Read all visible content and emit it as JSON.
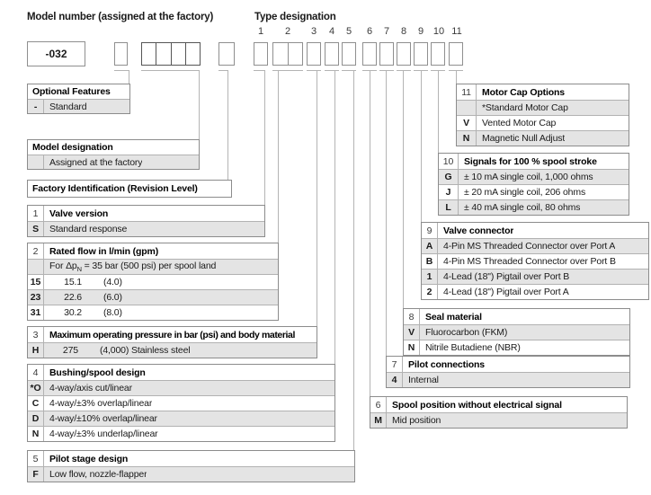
{
  "labels": {
    "model_number": "Model number (assigned at the factory)",
    "type_designation": "Type designation"
  },
  "model_prefix": "-032",
  "type_positions": [
    "1",
    "2",
    "3",
    "4",
    "5",
    "6",
    "7",
    "8",
    "9",
    "10",
    "11"
  ],
  "tables": {
    "optional_features": {
      "title": "Optional Features",
      "rows": [
        {
          "code": "-",
          "desc": "Standard"
        }
      ]
    },
    "model_designation": {
      "title": "Model designation",
      "rows": [
        {
          "code": "",
          "desc": "Assigned at the factory"
        }
      ]
    },
    "factory_id": {
      "title": "Factory Identification (Revision Level)"
    },
    "t1": {
      "num": "1",
      "title": "Valve version",
      "rows": [
        {
          "code": "S",
          "desc": "Standard response"
        }
      ]
    },
    "t2": {
      "num": "2",
      "title": "Rated flow in l/min (gpm)",
      "subheader": {
        "pre": "For Δp",
        "sub": "N",
        "post": " = 35 bar (500 psi) per spool land"
      },
      "rows": [
        {
          "code": "15",
          "flow": "15.1",
          "gpm": "(4.0)"
        },
        {
          "code": "23",
          "flow": "22.6",
          "gpm": "(6.0)"
        },
        {
          "code": "31",
          "flow": "30.2",
          "gpm": "(8.0)"
        }
      ]
    },
    "t3": {
      "num": "3",
      "title": "Maximum operating pressure in bar (psi) and body material",
      "rows": [
        {
          "code": "H",
          "val": "275",
          "desc": "(4,000) Stainless steel"
        }
      ]
    },
    "t4": {
      "num": "4",
      "title": "Bushing/spool design",
      "rows": [
        {
          "code": "*O",
          "desc": "4-way/axis cut/linear"
        },
        {
          "code": "C",
          "desc": "4-way/±3% overlap/linear"
        },
        {
          "code": "D",
          "desc": "4-way/±10% overlap/linear"
        },
        {
          "code": "N",
          "desc": "4-way/±3% underlap/linear"
        }
      ]
    },
    "t5": {
      "num": "5",
      "title": "Pilot stage design",
      "rows": [
        {
          "code": "F",
          "desc": "Low flow, nozzle-flapper"
        }
      ]
    },
    "t6": {
      "num": "6",
      "title": "Spool position without electrical signal",
      "rows": [
        {
          "code": "M",
          "desc": "Mid position"
        }
      ]
    },
    "t7": {
      "num": "7",
      "title": "Pilot connections",
      "rows": [
        {
          "code": "4",
          "desc": "Internal"
        }
      ]
    },
    "t8": {
      "num": "8",
      "title": "Seal material",
      "rows": [
        {
          "code": "V",
          "desc": "Fluorocarbon (FKM)"
        },
        {
          "code": "N",
          "desc": "Nitrile Butadiene (NBR)"
        }
      ]
    },
    "t9": {
      "num": "9",
      "title": "Valve connector",
      "rows": [
        {
          "code": "A",
          "desc": "4-Pin MS Threaded Connector over Port A"
        },
        {
          "code": "B",
          "desc": "4-Pin MS Threaded Connector over Port B"
        },
        {
          "code": "1",
          "desc": "4-Lead (18\") Pigtail over Port B"
        },
        {
          "code": "2",
          "desc": "4-Lead (18\") Pigtail over Port A"
        }
      ]
    },
    "t10": {
      "num": "10",
      "title": "Signals for 100 % spool stroke",
      "rows": [
        {
          "code": "G",
          "desc": "± 10 mA single coil, 1,000 ohms"
        },
        {
          "code": "J",
          "desc": "± 20 mA single coil, 206 ohms"
        },
        {
          "code": "L",
          "desc": "± 40 mA single coil, 80 ohms"
        }
      ]
    },
    "t11": {
      "num": "11",
      "title": "Motor Cap Options",
      "rows": [
        {
          "code": "",
          "desc": "*Standard Motor Cap"
        },
        {
          "code": "V",
          "desc": "Vented Motor Cap"
        },
        {
          "code": "N",
          "desc": "Magnetic Null Adjust"
        }
      ]
    }
  }
}
